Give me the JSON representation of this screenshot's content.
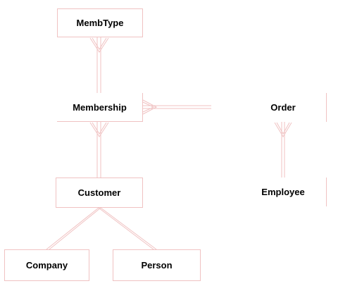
{
  "diagram": {
    "entities": {
      "membtype": "MembType",
      "membership": "Membership",
      "customer": "Customer",
      "company": "Company",
      "person": "Person",
      "order": "Order",
      "employee": "Employee"
    },
    "relationships": [
      {
        "from": "Membership",
        "to": "MembType",
        "end": "crows-foot"
      },
      {
        "from": "Order",
        "to": "Membership",
        "end": "crows-foot"
      },
      {
        "from": "Customer",
        "to": "Membership",
        "end": "crows-foot"
      },
      {
        "from": "Employee",
        "to": "Order",
        "end": "crows-foot"
      },
      {
        "from": "Customer",
        "to": "Company",
        "end": "none"
      },
      {
        "from": "Customer",
        "to": "Person",
        "end": "none"
      }
    ],
    "colors": {
      "line": "#f0c2c2",
      "text": "#000000",
      "background": "#ffffff"
    }
  }
}
